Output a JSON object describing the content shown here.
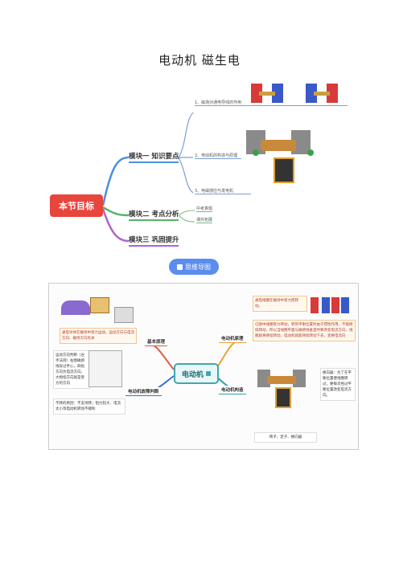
{
  "title": "电动机  磁生电",
  "mindmap1": {
    "center": "本节目标",
    "branches": [
      {
        "label": "模块一 知识要点",
        "color": "#4a90e2"
      },
      {
        "label": "模块二 考点分析",
        "color": "#56b26a"
      },
      {
        "label": "模块三 巩固提升",
        "color": "#b064c8"
      }
    ],
    "leaves1": [
      "1、磁场对通电导线的作用",
      "2、电动机的构造与原理",
      "3、电磁感应与发电机"
    ],
    "leaves2": [
      "中考真题",
      "课外拓展"
    ]
  },
  "mindmap_button": {
    "label": "思维导图",
    "icon": "mindmap-icon"
  },
  "mindmap2": {
    "center": "电动机",
    "left_branches": [
      {
        "label": "基本原理",
        "color": "#e05a4a"
      },
      {
        "label": "电动机故障判断",
        "color": "#3a6fd8"
      }
    ],
    "right_branches": [
      {
        "label": "电动机原理",
        "color": "#f0a030"
      },
      {
        "label": "电动机构造",
        "color": "#2aa0a8"
      }
    ],
    "notes": {
      "basic_principle": "通电导体在磁场中受力运动，运动方向与电流方向、磁场方向有关",
      "left_hand": "运动方向判断（左手法则）右图磁感线穿过手心，四指方向为电流方向，大拇指方向就是受力的方向",
      "fault": "不转的原因：不支持转；阻力较大、电流太小等电动机转动不顺利",
      "principle_top": "通电线圈在磁场中受力而转动。",
      "principle_body": "已图中线圈受力转动，转到平衡位置时由于惯性作用，不能继续转动，所以当线圈平面与磁感线垂直时要改变电流方向，线圈就将继续转动，电动机就能持续转动下去，变换电流向",
      "structure_parts": "转子、定子、换向器",
      "commutator": "换向器：为了在平衡位置使线圈转过，要每次经过平衡位置改变电流方向。"
    }
  }
}
